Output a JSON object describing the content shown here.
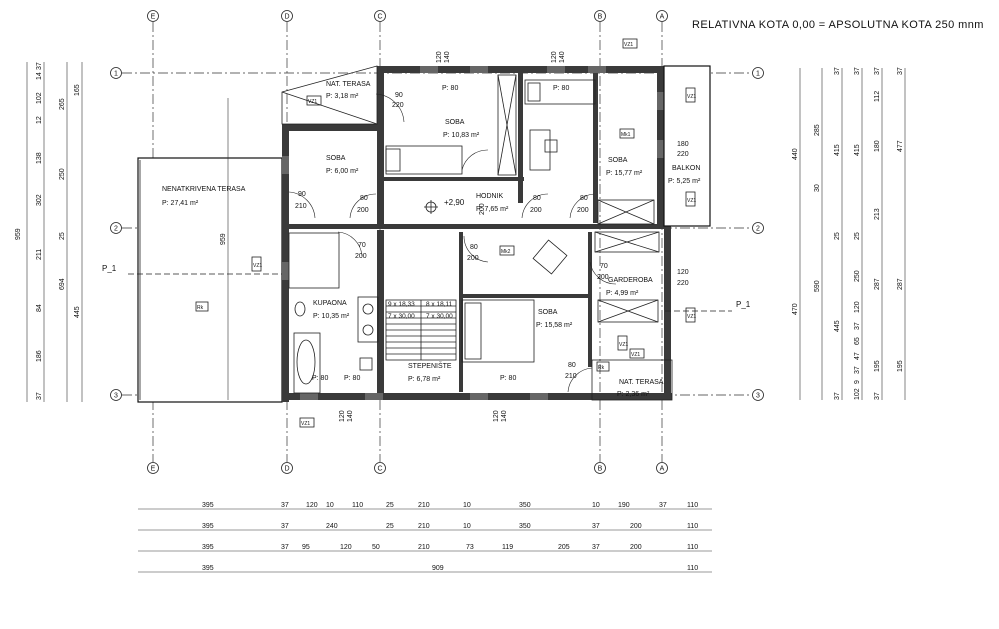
{
  "header": {
    "kota_note": "RELATIVNA KOTA 0,00 = APSOLUTNA KOTA 250 mnm"
  },
  "axes": {
    "columns": [
      "E",
      "D",
      "C",
      "B",
      "A"
    ],
    "rows": [
      "1",
      "2",
      "3"
    ]
  },
  "section": {
    "label": "P_1"
  },
  "rooms": [
    {
      "name": "NAT. TERASA",
      "area": "P: 3,18 m²"
    },
    {
      "name": "SOBA",
      "area": "P: 10,83 m²"
    },
    {
      "name": "SOBA",
      "area": "P: 6,00 m²"
    },
    {
      "name": "SOBA",
      "area": "P: 15,77 m²"
    },
    {
      "name": "BALKON",
      "area": "P: 5,25 m²"
    },
    {
      "name": "NENATKRIVENA TERASA",
      "area": "P: 27,41 m²"
    },
    {
      "name": "HODNIK",
      "area": "P: 7,65 m²"
    },
    {
      "name": "KUPAONA",
      "area": "P: 10,35 m²"
    },
    {
      "name": "STEPENIŠTE",
      "area": "P: 6,78 m²"
    },
    {
      "name": "SOBA",
      "area": "P: 15,58 m²"
    },
    {
      "name": "GARDEROBA",
      "area": "P: 4,99 m²"
    },
    {
      "name": "NAT. TERASA",
      "area": "P: 2,36 m²"
    }
  ],
  "level_mark": "+2,90",
  "tags": {
    "vz": "VZ1",
    "rk": "Rk",
    "mk1": "Mk1",
    "mk2": "Mk2"
  },
  "openings": [
    {
      "w": "90",
      "h": "220"
    },
    {
      "w": "80",
      "h": "200"
    },
    {
      "w": "90",
      "h": "210"
    },
    {
      "w": "80",
      "h": "200"
    },
    {
      "w": "80",
      "h": "200"
    },
    {
      "w": "180",
      "h": "220"
    },
    {
      "w": "70",
      "h": "200"
    },
    {
      "w": "80",
      "h": "200"
    },
    {
      "w": "70",
      "h": "200"
    },
    {
      "w": "120",
      "h": "220"
    },
    {
      "w": "80",
      "h": "210"
    },
    {
      "w": "120",
      "h": "140"
    },
    {
      "w": "120",
      "h": "140"
    },
    {
      "w": "120",
      "h": "140"
    },
    {
      "w": "120",
      "h": "140"
    },
    {
      "w": "200",
      "h": ""
    }
  ],
  "windows_p": [
    "P: 80",
    "P: 80",
    "P: 80",
    "P: 80",
    "P: 80"
  ],
  "stairs": [
    "9 x 18,33",
    "7 x 30,00",
    "8 x 18,11",
    "7 x 30,00"
  ],
  "dims_bottom": [
    [
      "395",
      "37",
      "120",
      "10",
      "110",
      "25",
      "210",
      "10",
      "350",
      "10",
      "190",
      "37",
      "110"
    ],
    [
      "395",
      "37",
      "240",
      "25",
      "210",
      "10",
      "350",
      "37",
      "200",
      "110"
    ],
    [
      "395",
      "37",
      "95",
      "120",
      "50",
      "210",
      "73",
      "119",
      "205",
      "37",
      "200",
      "110"
    ],
    [
      "395",
      "909",
      "110"
    ]
  ],
  "dims_left_outer": [
    "959"
  ],
  "dims_left_mid": [
    "265",
    "250",
    "25",
    "694"
  ],
  "dims_left_inner": [
    "14",
    "37",
    "102",
    "12",
    "165",
    "138",
    "302",
    "211",
    "84",
    "445",
    "186",
    "37"
  ],
  "dims_left_room": [
    "959"
  ],
  "dims_right_1": [
    "440",
    "470"
  ],
  "dims_right_2": [
    "285",
    "30",
    "590"
  ],
  "dims_right_3": [
    "37",
    "415",
    "25",
    "445",
    "37"
  ],
  "dims_right_4": [
    "37",
    "415",
    "25",
    "250",
    "120",
    "37",
    "65",
    "47",
    "37",
    "9",
    "102"
  ],
  "dims_right_5": [
    "37",
    "112",
    "180",
    "213",
    "287",
    "195",
    "37"
  ],
  "dims_right_6": [
    "37",
    "477",
    "287",
    "195"
  ]
}
